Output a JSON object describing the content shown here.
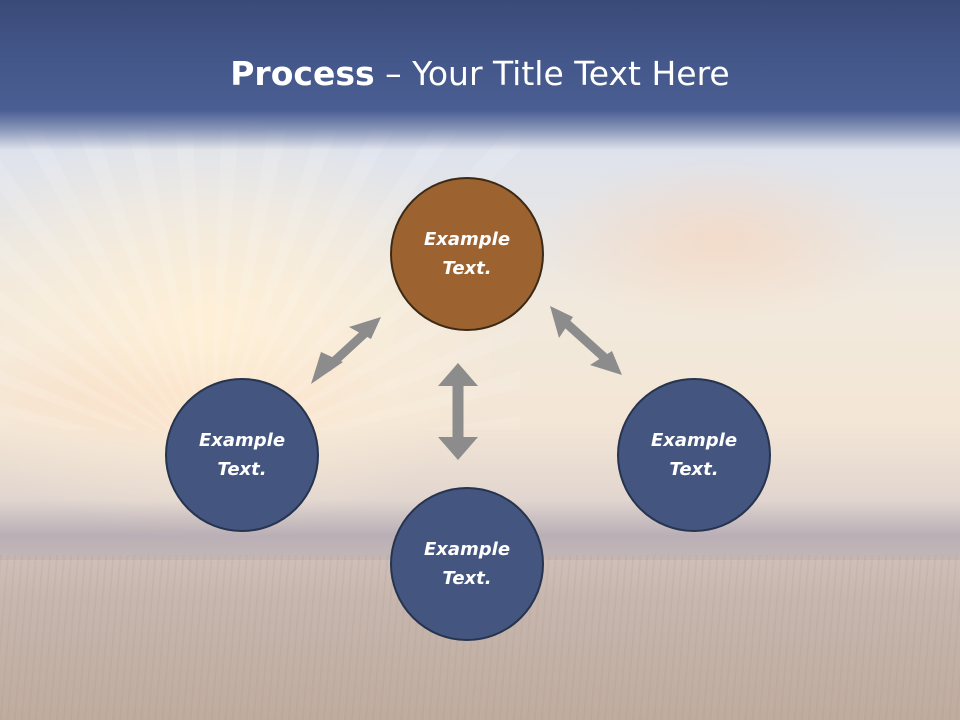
{
  "title": {
    "bold": "Process",
    "rest": " – Your Title Text Here"
  },
  "nodes": {
    "top": "Example\nText.",
    "left": "Example\nText.",
    "right": "Example\nText.",
    "bottom": "Example\nText."
  },
  "colors": {
    "header": "#44578a",
    "node_blue": "#44557f",
    "node_brown": "#9c6331",
    "arrow": "#8c8c8c"
  }
}
